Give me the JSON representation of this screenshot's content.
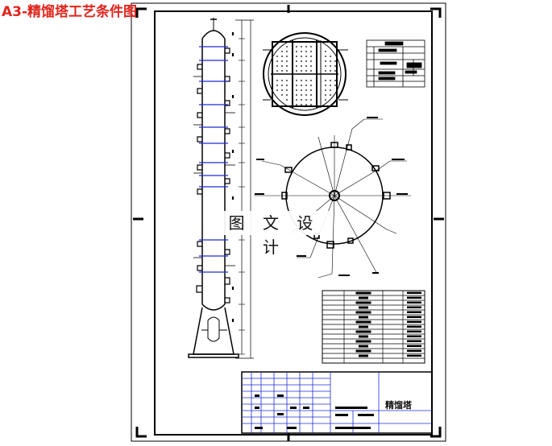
{
  "caption": "A3-精馏塔工艺条件图",
  "watermark": "图 文 设 计",
  "title_block": {
    "drawing_name": "精馏塔"
  },
  "colors": {
    "caption": "#e0241c",
    "line": "#000000",
    "tray": "#1f2bd6",
    "title_grid": "#1f2bd6"
  }
}
